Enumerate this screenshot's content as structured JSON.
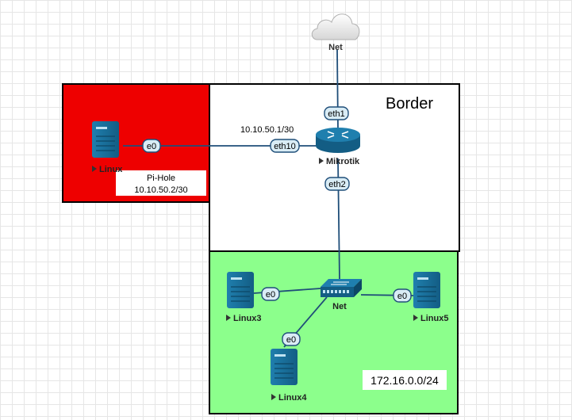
{
  "zones": {
    "border": {
      "title": "Border",
      "fill": "#ffffff"
    },
    "pihole": {
      "fill": "#ee0000",
      "note_line1": "Pi-Hole",
      "note_line2": "10.10.50.2/30"
    },
    "lan": {
      "fill": "#8cff8c",
      "subnet": "172.16.0.0/24"
    }
  },
  "nodes": {
    "cloud": {
      "label": "Net",
      "icon": "cloud-icon"
    },
    "router": {
      "label": "Mikrotik",
      "icon": "router-icon"
    },
    "pihole_server": {
      "label": "Linux",
      "icon": "server-icon"
    },
    "switch": {
      "label": "Net",
      "icon": "switch-icon"
    },
    "linux3": {
      "label": "Linux3",
      "icon": "server-icon"
    },
    "linux4": {
      "label": "Linux4",
      "icon": "server-icon"
    },
    "linux5": {
      "label": "Linux5",
      "icon": "server-icon"
    }
  },
  "ports": {
    "eth1": "eth1",
    "eth10": "eth10",
    "eth2": "eth2",
    "pihole_e0": "e0",
    "linux3_e0": "e0",
    "linux4_e0": "e0",
    "linux5_e0": "e0"
  },
  "addresses": {
    "router_eth10": "10.10.50.1/30"
  },
  "colors": {
    "device_blue": "#1a6a96",
    "link": "#1f4e79",
    "port_fill": "#d9ecf5",
    "play_marker": "#333333"
  }
}
